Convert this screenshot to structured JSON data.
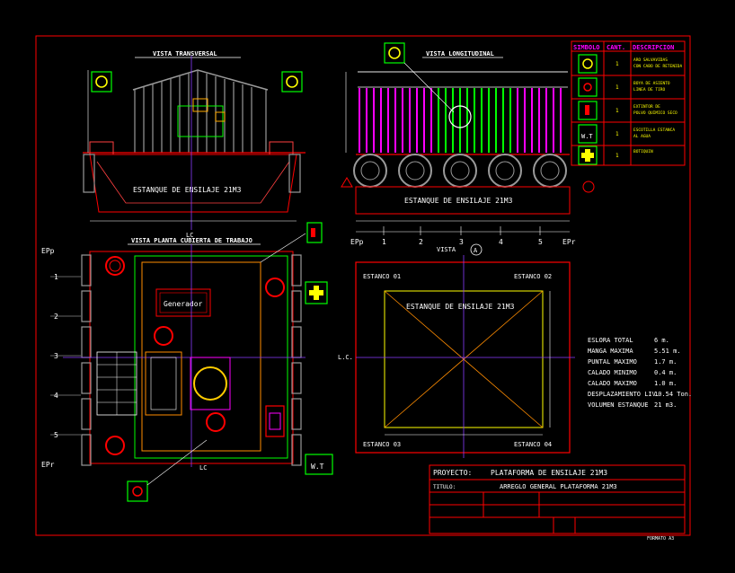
{
  "views": {
    "transversal_title": "VISTA TRANSVERSAL",
    "longitudinal_title": "VISTA LONGITUDINAL",
    "plan_title": "VISTA PLANTA CUBIERTA DE TRABAJO",
    "vista_label": "VISTA",
    "vista_marker": "A"
  },
  "tank_labels": {
    "transversal": "ESTANQUE DE ENSILAJE 21M3",
    "longitudinal": "ESTANQUE DE ENSILAJE 21M3",
    "tank_plan": "ESTANQUE DE ENSILAJE 21M3",
    "generator": "Generador",
    "lc": "LC",
    "lc_axis": "L.C."
  },
  "stations": {
    "stern": "EPp",
    "bow": "EPr",
    "numbers": [
      "1",
      "2",
      "3",
      "4",
      "5"
    ]
  },
  "tank_corners": {
    "c1": "ESTANCO 01",
    "c2": "ESTANCO 02",
    "c3": "ESTANCO 03",
    "c4": "ESTANCO 04"
  },
  "legend": {
    "headers": {
      "symbol": "SIMBOLO",
      "qty": "CANT.",
      "desc": "DESCRIPCION"
    },
    "rows": [
      {
        "icon": "ring-buoy-icon",
        "qty": "1",
        "desc1": "ARO SALVAVIDAS",
        "desc2": "CON CABO DE RETENIDA"
      },
      {
        "icon": "life-ring-light-icon",
        "qty": "1",
        "desc1": "BOYA DE ASIENTO",
        "desc2": "LINEA DE TIRO"
      },
      {
        "icon": "extinguisher-icon",
        "qty": "1",
        "desc1": "EXTINTOR DE",
        "desc2": "POLVO QUIMICO SECO"
      },
      {
        "icon": "wt-door-icon",
        "qty": "1",
        "desc1": "ESCOTILLA ESTANCA",
        "desc2": "AL AGUA"
      },
      {
        "icon": "first-aid-icon",
        "qty": "1",
        "desc1": "BOTIQUIN",
        "desc2": ""
      }
    ],
    "wt_text": "W.T"
  },
  "specs": [
    {
      "label": "ESLORA TOTAL",
      "value": "6 m."
    },
    {
      "label": "MANGA MAXIMA",
      "value": "5.51 m."
    },
    {
      "label": "PUNTAL MAXIMO",
      "value": "1.7 m."
    },
    {
      "label": "CALADO MINIMO",
      "value": "0.4 m."
    },
    {
      "label": "CALADO MAXIMO",
      "value": "1.0 m."
    },
    {
      "label": "DESPLAZAMIENTO LIV.",
      "value": "10.54 Ton."
    },
    {
      "label": "VOLUMEN ESTANQUE",
      "value": "21 m3."
    }
  ],
  "title_block": {
    "proyecto_label": "PROYECTO:",
    "proyecto_value": "PLATAFORMA DE ENSILAJE 21M3",
    "titulo_label": "TITULO:",
    "titulo_value": "ARREGLO GENERAL PLATAFORMA 21M3",
    "formato": "FORMATO A3"
  },
  "colors": {
    "frame": "#ff0000",
    "magenta": "#ff00ff",
    "green": "#00ff00",
    "yellow": "#ffff00",
    "white": "#ffffff",
    "gray": "#9a9a9a",
    "purple": "#8a3cff",
    "orange": "#ff8c00",
    "cyan": "#00ffff"
  }
}
